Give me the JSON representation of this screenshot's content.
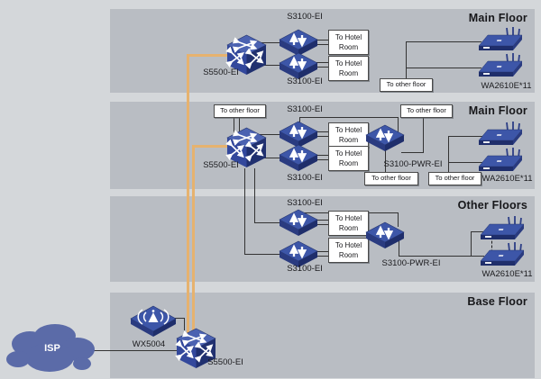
{
  "floors": [
    {
      "title": "Main Floor",
      "devices": {
        "core": "S5500-EI",
        "sw_top": "S3100-EI",
        "sw_bottom": "S3100-EI",
        "ap": "WA2610E*11"
      },
      "boxes": {
        "hotel_top": "To Hotel Room",
        "hotel_bottom": "To Hotel Room",
        "other_floor": "To other floor"
      }
    },
    {
      "title": "Main Floor",
      "devices": {
        "core": "S5500-EI",
        "sw_top": "S3100-EI",
        "sw_bottom": "S3100-EI",
        "poe": "S3100-PWR-EI",
        "ap": "WA2610E*11"
      },
      "boxes": {
        "uplink_top": "To other floor",
        "hotel_top": "To Hotel Room",
        "hotel_bottom": "To Hotel Room",
        "poe_top": "To other floor",
        "poe_bottom": "To other floor",
        "ap_feed": "To other floor"
      }
    },
    {
      "title": "Other Floors",
      "devices": {
        "sw_top": "S3100-EI",
        "sw_bottom": "S3100-EI",
        "poe": "S3100-PWR-EI",
        "ap": "WA2610E*11"
      },
      "boxes": {
        "hotel_top": "To Hotel Room",
        "hotel_bottom": "To Hotel Room"
      }
    },
    {
      "title": "Base Floor",
      "devices": {
        "wlc": "WX5004",
        "core": "S5500-EI"
      }
    }
  ],
  "isp": {
    "label": "ISP"
  },
  "colors": {
    "background": "#d4d7da",
    "panel": "#b9bdc3",
    "trunk_link": "#e6b26f",
    "link": "#333333",
    "device_blue": "#3d56a8",
    "device_dark": "#1f2e6b",
    "cloud": "#5b6ba8",
    "callout_bg": "#ffffff"
  }
}
